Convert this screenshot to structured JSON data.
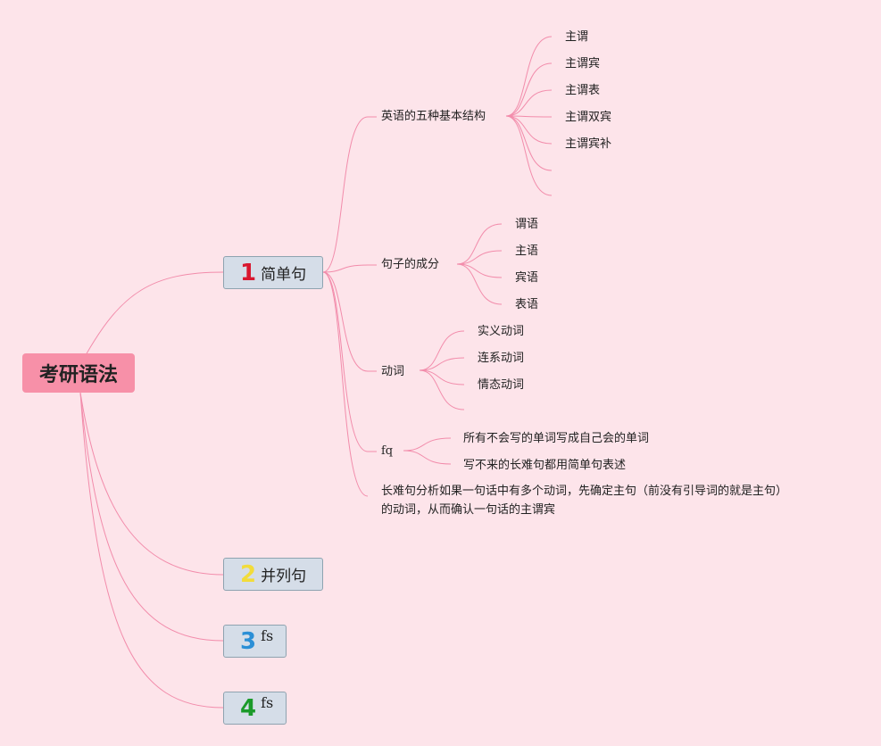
{
  "root": {
    "label": "考研语法"
  },
  "topics": [
    {
      "number": "1",
      "label": "简单句",
      "color": "#d9172f"
    },
    {
      "number": "2",
      "label": "并列句",
      "color": "#f2dc3b"
    },
    {
      "number": "3",
      "label": "fs",
      "color": "#2b8fd6"
    },
    {
      "number": "4",
      "label": "fs",
      "color": "#1b9a2a"
    }
  ],
  "simple_sentence": {
    "structures": {
      "label": "英语的五种基本结构",
      "items": [
        "主谓",
        "主谓宾",
        "主谓表",
        "主谓双宾",
        "主谓宾补",
        "",
        ""
      ]
    },
    "components": {
      "label": "句子的成分",
      "items": [
        "谓语",
        "主语",
        "宾语",
        "表语"
      ]
    },
    "verbs": {
      "label": "动词",
      "items": [
        "实义动词",
        "连系动词",
        "情态动词",
        ""
      ]
    },
    "fq": {
      "label": "fq",
      "items": [
        "所有不会写的单词写成自己会的单词",
        "写不来的长难句都用简单句表述"
      ]
    },
    "note": {
      "line1": "长难句分析如果一句话中有多个动词，先确定主句（前没有引导词的就是主句）",
      "line2": "的动词，从而确认一句话的主谓宾"
    }
  },
  "line_color": "#f28cab"
}
